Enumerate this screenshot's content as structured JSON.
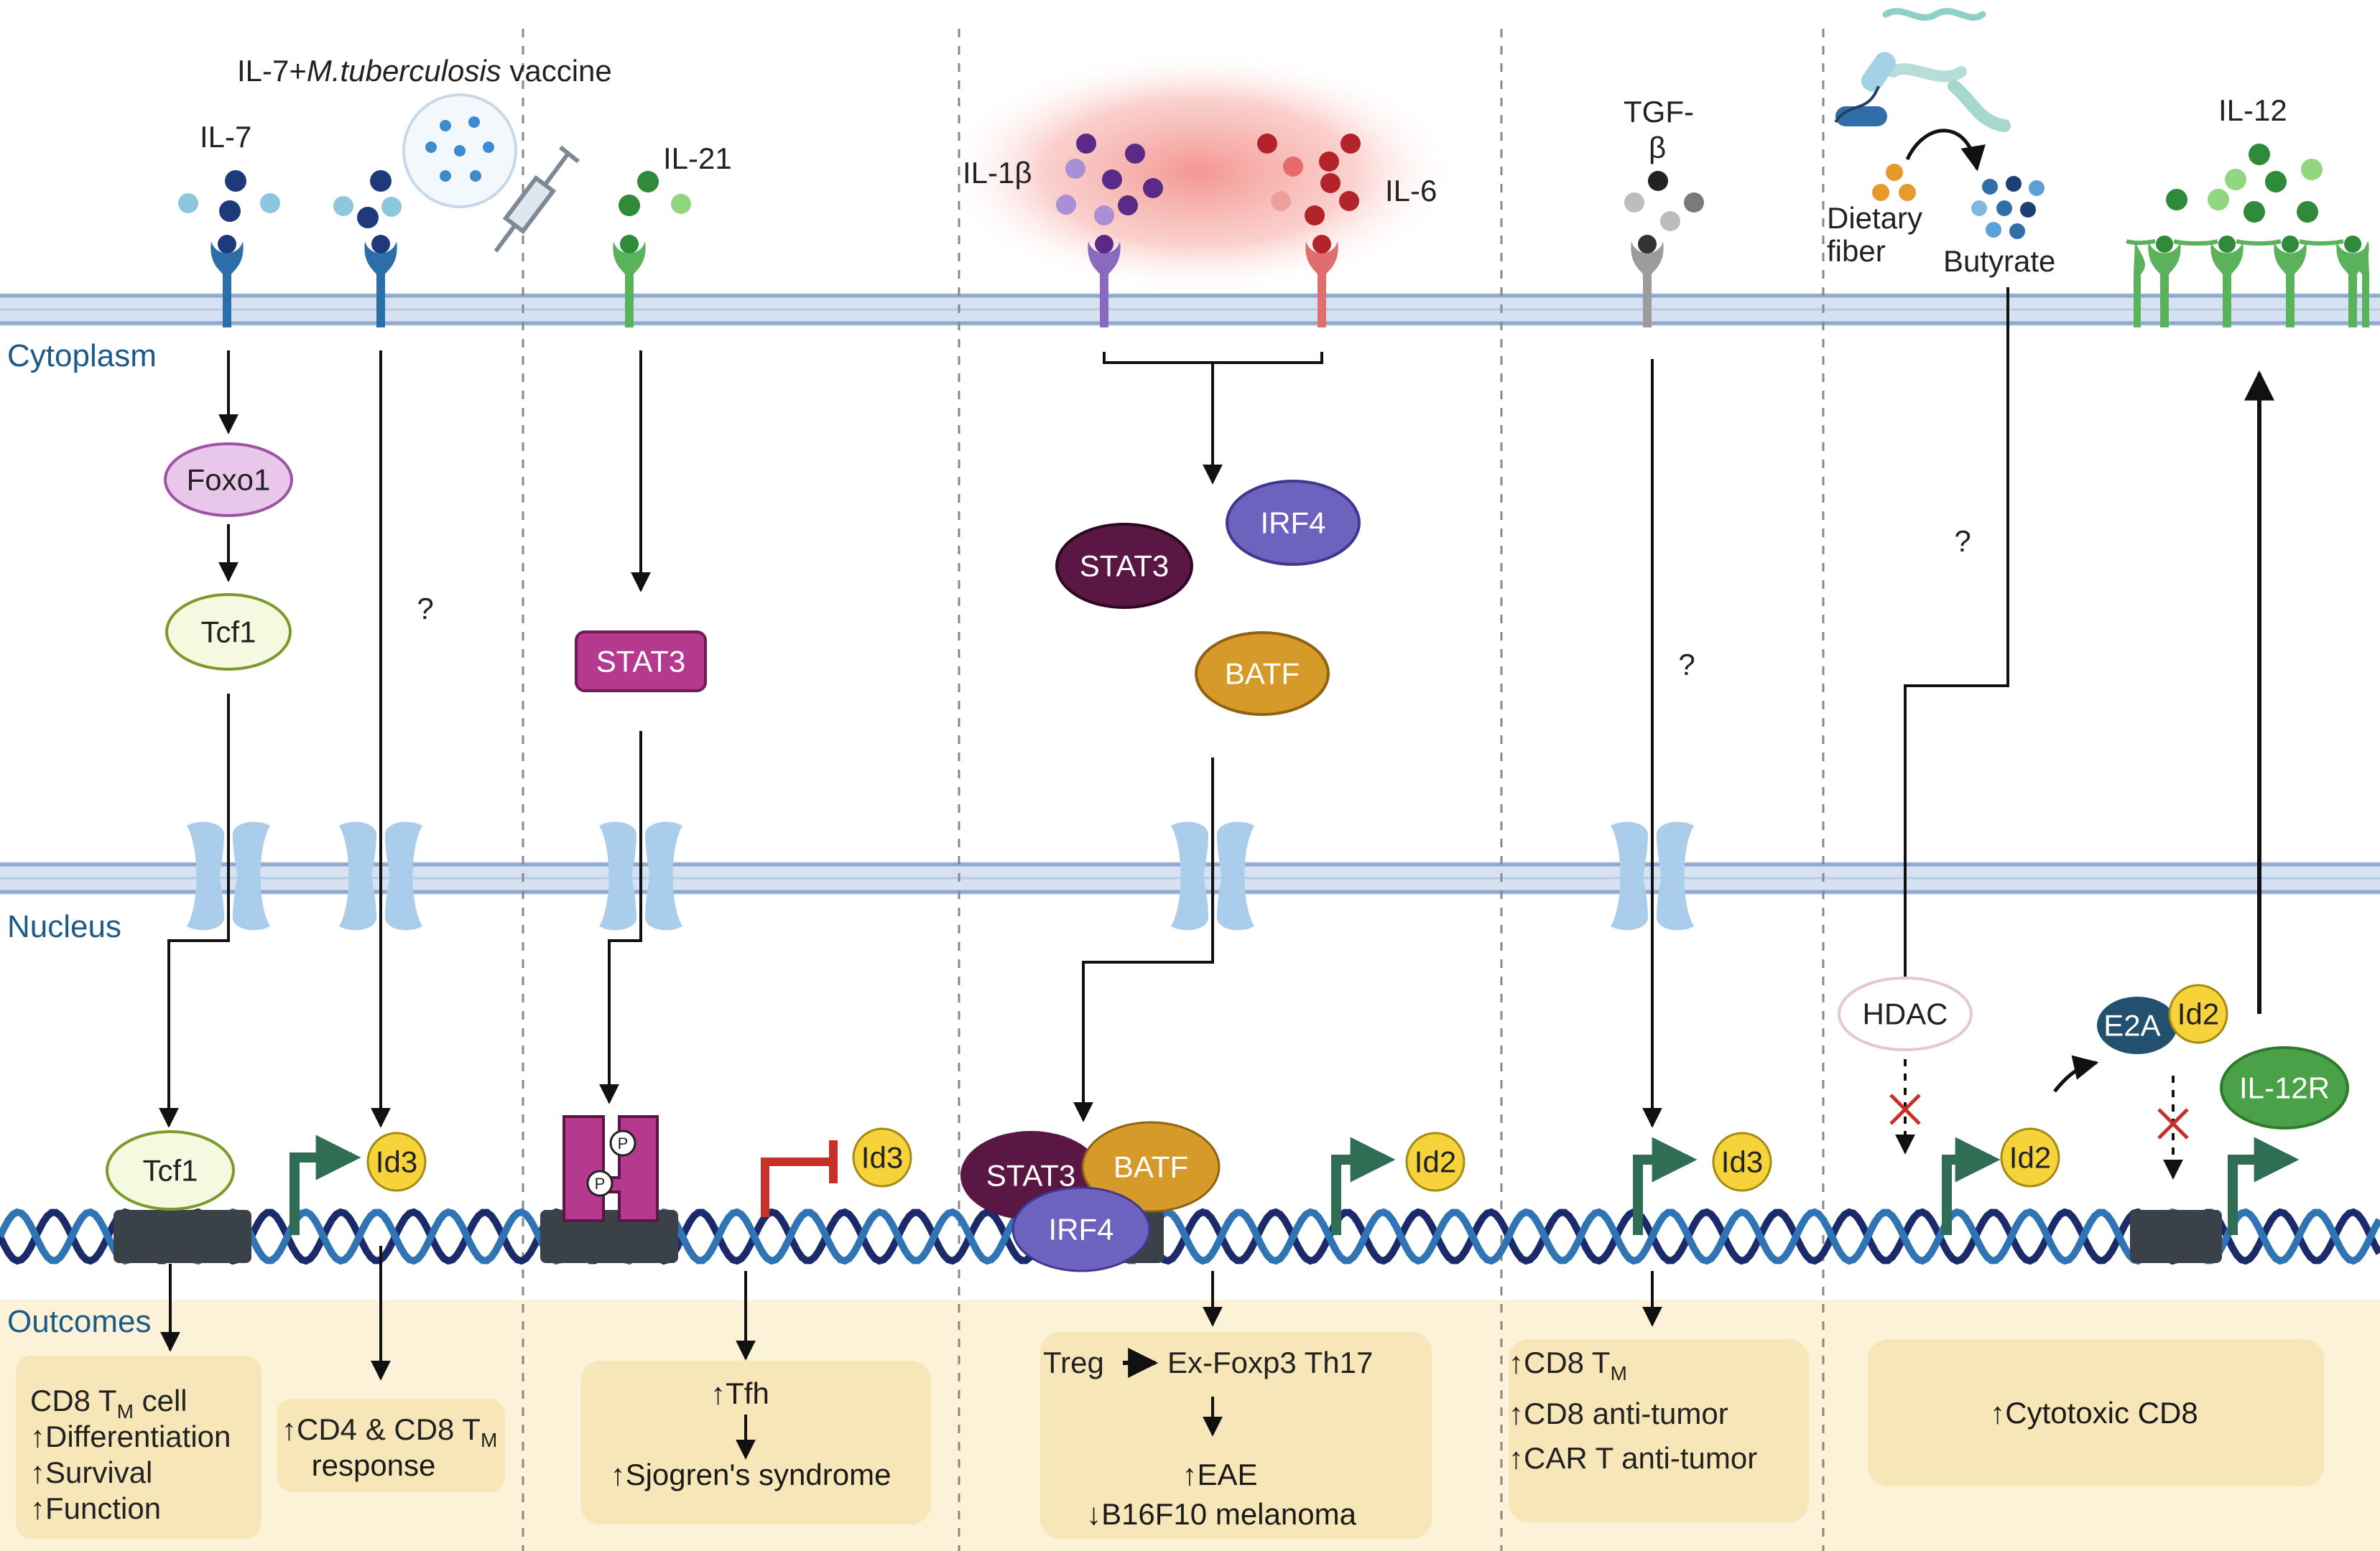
{
  "compartments": {
    "cytoplasm": "Cytoplasm",
    "nucleus": "Nucleus",
    "outcomes": "Outcomes"
  },
  "colors": {
    "membrane": "#c9d8ec",
    "membrane_line": "#8fa9cc",
    "pore": "#a9cdeb",
    "dna_a": "#1b2a6b",
    "dna_b": "#2f74b5",
    "outcome_bg": "#fcf2d8",
    "outcome_box": "#f7e6b8",
    "foxo1": "#e9c7ea",
    "tcf1": "#f4f9df",
    "stat3_pink": "#b5398f",
    "stat3_dark": "#5b1743",
    "irf4": "#6d62bd",
    "batf": "#d69a2a",
    "id_yellow": "#f6d33a",
    "green_arrow": "#2f6e54",
    "red_repress": "#c8302a",
    "il12r": "#4aa148",
    "e2a": "#245070",
    "inflammation": "#f28b86"
  },
  "ligands": {
    "il7": "IL-7",
    "vaccine_prefix": "IL-7+",
    "vaccine_italic": "M.tuberculosis",
    "vaccine_suffix": " vaccine",
    "il21": "IL-21",
    "il1b": "IL-1β",
    "il6": "IL-6",
    "tgfb_1": "TGF-",
    "tgfb_2": "β",
    "dietary_1": "Dietary",
    "dietary_2": "fiber",
    "butyrate": "Butyrate",
    "il12": "IL-12"
  },
  "nodes": {
    "foxo1": "Foxo1",
    "tcf1_cyto": "Tcf1",
    "q_il7vac": "?",
    "stat3_il21": "STAT3",
    "irf4": "IRF4",
    "stat3": "STAT3",
    "batf": "BATF",
    "q_tgfb": "?",
    "q_butyrate": "?",
    "hdac": "HDAC",
    "e2a": "E2A",
    "id2_e2a": "Id2",
    "il12r": "IL-12R",
    "tcf1_nuc": "Tcf1",
    "id3_a": "Id3",
    "p": "P",
    "id3_b": "Id3",
    "stat3_nuc": "STAT3",
    "batf_nuc": "BATF",
    "irf4_nuc": "IRF4",
    "id2_a": "Id2",
    "id3_c": "Id3",
    "id2_b": "Id2"
  },
  "outcomes": {
    "col1": {
      "l1": "CD8 T",
      "l1_sub": "M",
      "l1_end": " cell",
      "l2": "↑Differentiation",
      "l3": "↑Survival",
      "l4": "↑Function"
    },
    "col2": {
      "l1": "↑CD4 & CD8 T",
      "l1_sub": "M",
      "l2": "response"
    },
    "col3": {
      "l1": "↑Tfh",
      "l2": "↑Sjogren's syndrome"
    },
    "col4": {
      "l1a": "Treg",
      "l1b": "Ex-Foxp3 Th17",
      "l2": "↑EAE",
      "l3": "↓B16F10 melanoma"
    },
    "col5": {
      "l1": "↑CD8 T",
      "l1_sub": "M",
      "l2": "↑CD8 anti-tumor",
      "l3": "↑CAR T anti-tumor"
    },
    "col6": {
      "l1": "↑Cytotoxic CD8"
    }
  }
}
